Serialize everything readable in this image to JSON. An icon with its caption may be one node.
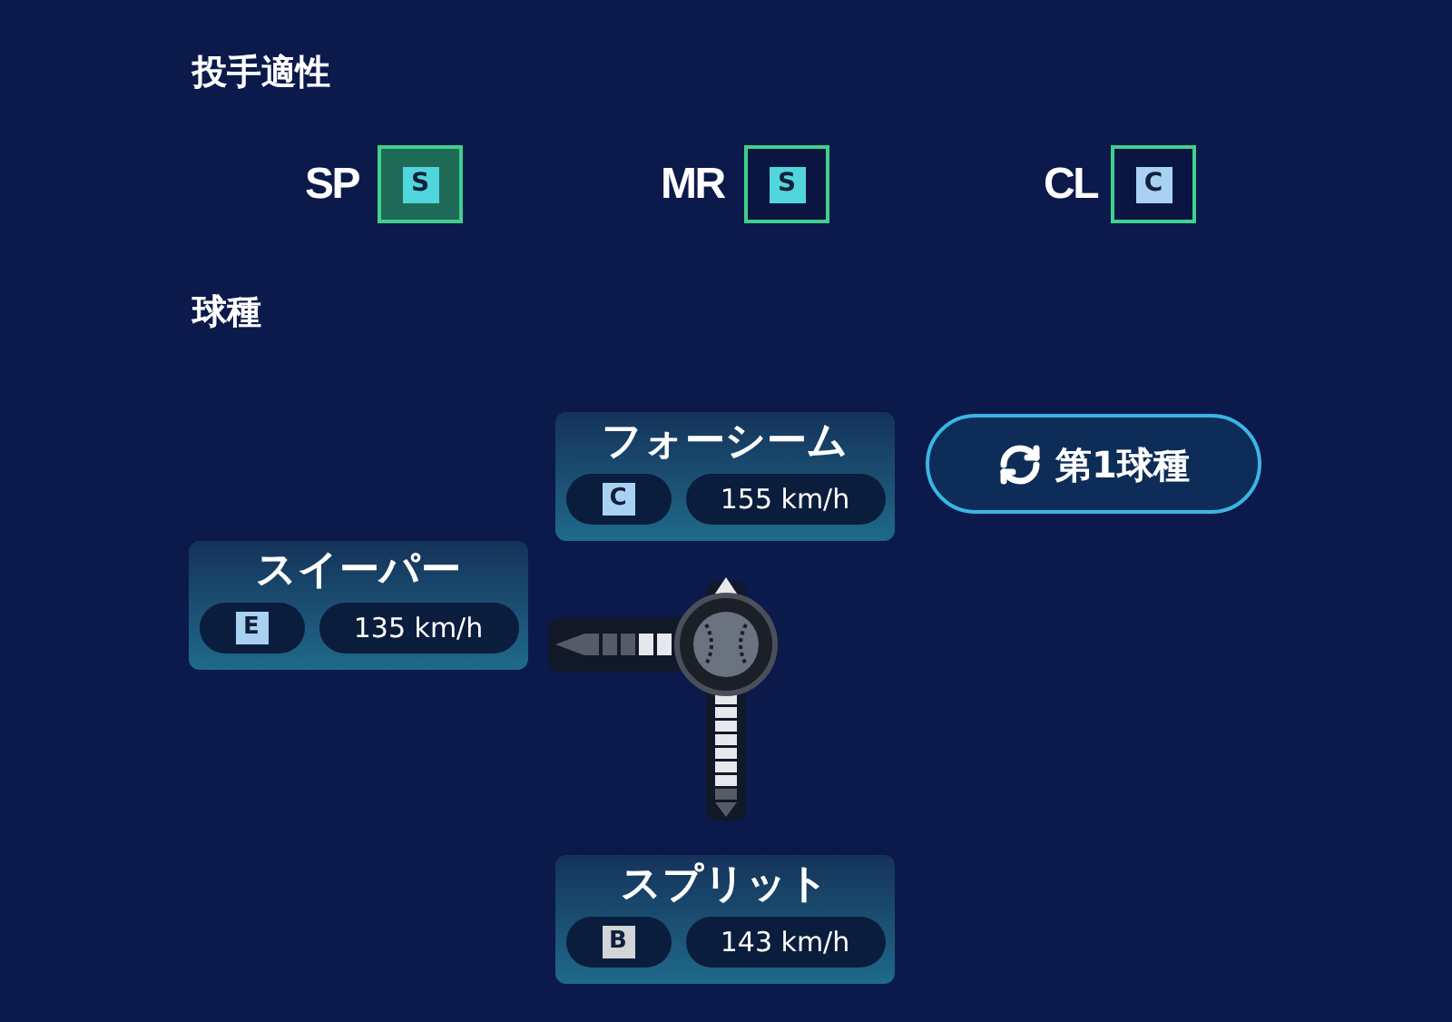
{
  "diagram": {
    "nodes": [
      {
        "text": [
          "フォーシーム",
          "C",
          "155 km/h"
        ]
      },
      {
        "text": [
          "第1球種"
        ]
      },
      {
        "text": [
          "スイーパー",
          "E",
          "135 km/h"
        ]
      },
      {
        "text": [
          "スプリット",
          "B",
          "143 km/h"
        ]
      }
    ],
    "labels": [
      "投手適性",
      "SP",
      "S",
      "MR",
      "S",
      "CL",
      "C",
      "球種"
    ]
  }
}
